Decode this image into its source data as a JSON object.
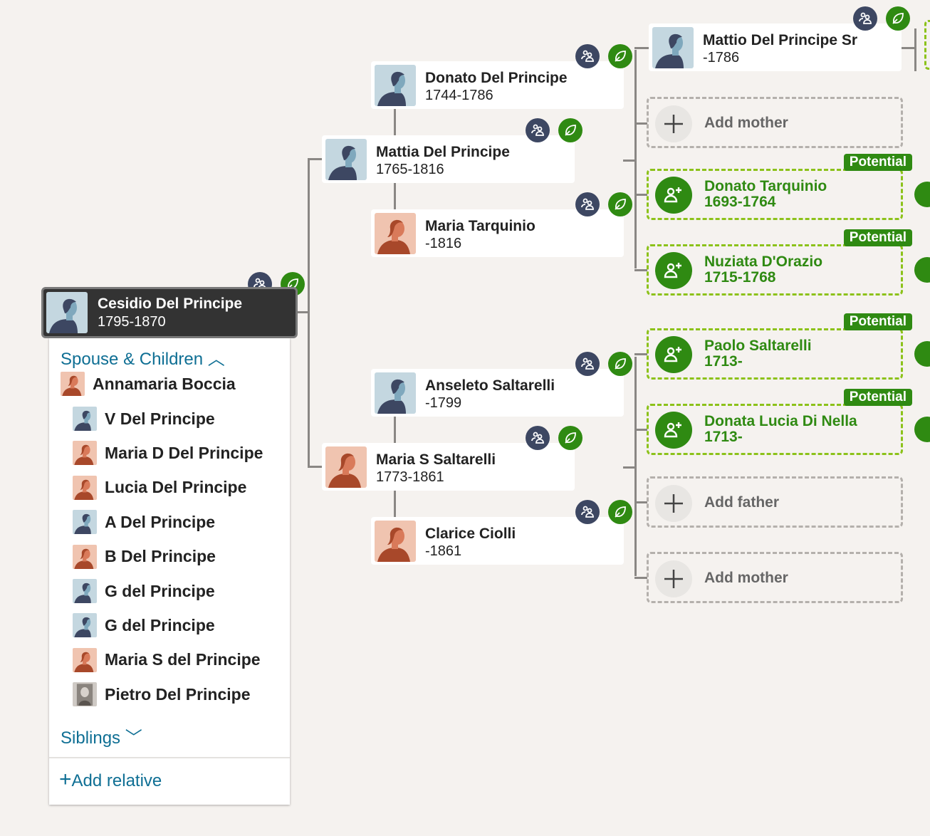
{
  "focus": {
    "name": "Cesidio Del Principe",
    "dates": "1795-1870",
    "gender": "male"
  },
  "panel": {
    "spouse_children_label": "Spouse & Children",
    "spouse": {
      "name": "Annamaria Boccia",
      "gender": "female"
    },
    "children": [
      {
        "name": "V Del Principe",
        "gender": "male"
      },
      {
        "name": "Maria D Del Principe",
        "gender": "female"
      },
      {
        "name": "Lucia Del Principe",
        "gender": "female"
      },
      {
        "name": "A Del Principe",
        "gender": "male"
      },
      {
        "name": "B Del Principe",
        "gender": "female"
      },
      {
        "name": "G del Principe",
        "gender": "male"
      },
      {
        "name": "G del Principe",
        "gender": "male"
      },
      {
        "name": "Maria S del Principe",
        "gender": "female"
      },
      {
        "name": "Pietro Del Principe",
        "gender": "photo"
      }
    ],
    "siblings_label": "Siblings",
    "add_relative_label": "Add relative"
  },
  "persons": [
    {
      "name": "Mattia Del Principe",
      "dates": "1765-1816",
      "gender": "male"
    },
    {
      "name": "Maria S Saltarelli",
      "dates": "1773-1861",
      "gender": "female"
    },
    {
      "name": "Donato Del Principe",
      "dates": "1744-1786",
      "gender": "male"
    },
    {
      "name": "Maria Tarquinio",
      "dates": "-1816",
      "gender": "female"
    },
    {
      "name": "Anseleto Saltarelli",
      "dates": "-1799",
      "gender": "male"
    },
    {
      "name": "Clarice Ciolli",
      "dates": "-1861",
      "gender": "female"
    },
    {
      "name": "Mattio Del Principe Sr",
      "dates": "-1786",
      "gender": "male"
    }
  ],
  "add_slots": [
    "Add mother",
    "Add father",
    "Add mother"
  ],
  "potential_badge": "Potential",
  "potentials": [
    {
      "name": "Donato Tarquinio",
      "dates": "1693-1764"
    },
    {
      "name": "Nuziata D'Orazio",
      "dates": "1715-1768"
    },
    {
      "name": "Paolo Saltarelli",
      "dates": "1713-"
    },
    {
      "name": "Donata Lucia Di Nella",
      "dates": "1713-"
    }
  ],
  "colors": {
    "accent_green": "#2f8a12",
    "link_blue": "#0f6f94",
    "focus_bg": "#333333",
    "family_icon": "#3d4762"
  }
}
